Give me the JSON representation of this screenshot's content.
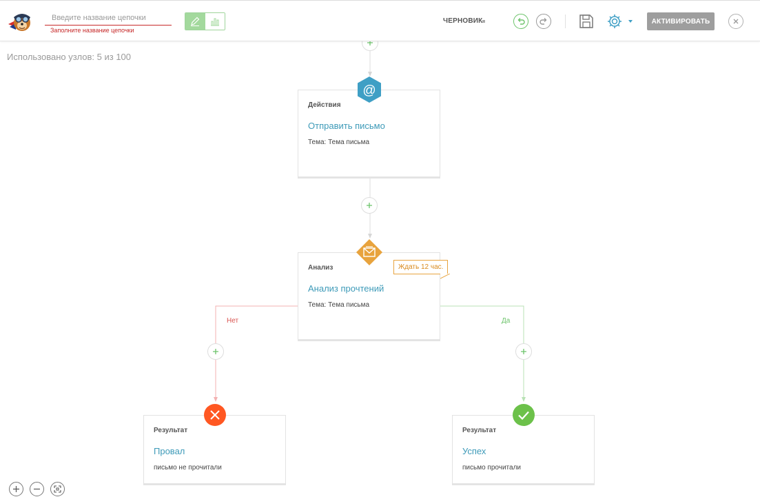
{
  "header": {
    "chain_name": {
      "value": "",
      "placeholder": "Введите название цепочки",
      "error": "Заполните название цепочки"
    },
    "status": "ЧЕРНОВИК",
    "activate_label": "АКТИВИРОВАТЬ"
  },
  "canvas": {
    "usage": "Использовано узлов: 5 из 100"
  },
  "nodes": {
    "send_email": {
      "type": "Действия",
      "title": "Отправить письмо",
      "desc": "Тема: Тема письма",
      "icon": "at-sign-icon"
    },
    "analysis": {
      "type": "Анализ",
      "title": "Анализ прочтений",
      "desc": "Тема: Тема письма",
      "icon": "envelope-icon",
      "wait": "Ждать 12 час."
    },
    "fail": {
      "type": "Результат",
      "title": "Провал",
      "desc": "письмо не прочитали",
      "icon": "cross-icon"
    },
    "success": {
      "type": "Результат",
      "title": "Успех",
      "desc": "письмо прочитали",
      "icon": "check-icon"
    }
  },
  "branches": {
    "no": "Нет",
    "yes": "Да"
  },
  "colors": {
    "accent_green": "#6cc36a",
    "action_blue": "#3f9fc5",
    "analysis_orange": "#e8a33d",
    "fail_red": "#ff5722",
    "success_green": "#6cc14a",
    "title_link": "#3d9ab8",
    "error_red": "#c62828"
  }
}
